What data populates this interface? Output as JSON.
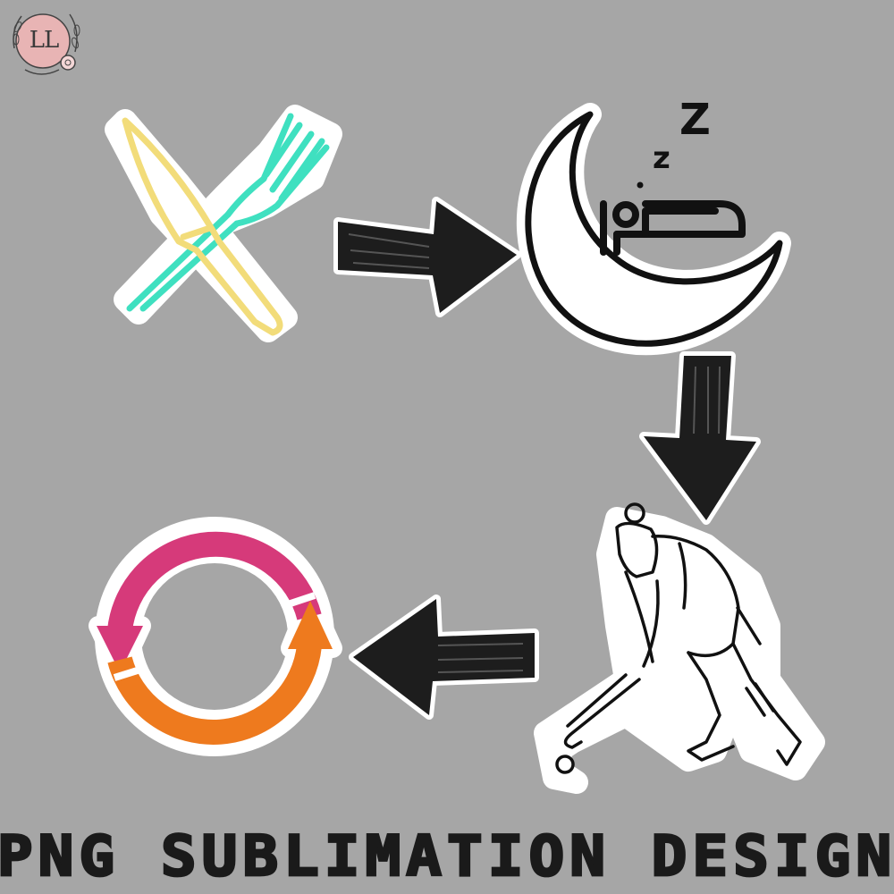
{
  "logo": {
    "monogram": "LL"
  },
  "banner": {
    "text": "PNG SUBLIMATION DESIGN"
  },
  "icons": [
    "knife-fork-icon",
    "moon-bed-sleep-icon",
    "field-hockey-player-icon",
    "cycle-repeat-icon"
  ],
  "sleep_letters": {
    "big": "Z",
    "small": "z"
  },
  "colors": {
    "background": "#a6a6a6",
    "knife": "#f2dc7a",
    "fork": "#3fe0c0",
    "cycle_top": "#d63a7a",
    "cycle_bottom": "#ee7a1e",
    "ink": "#1a1a1a"
  }
}
